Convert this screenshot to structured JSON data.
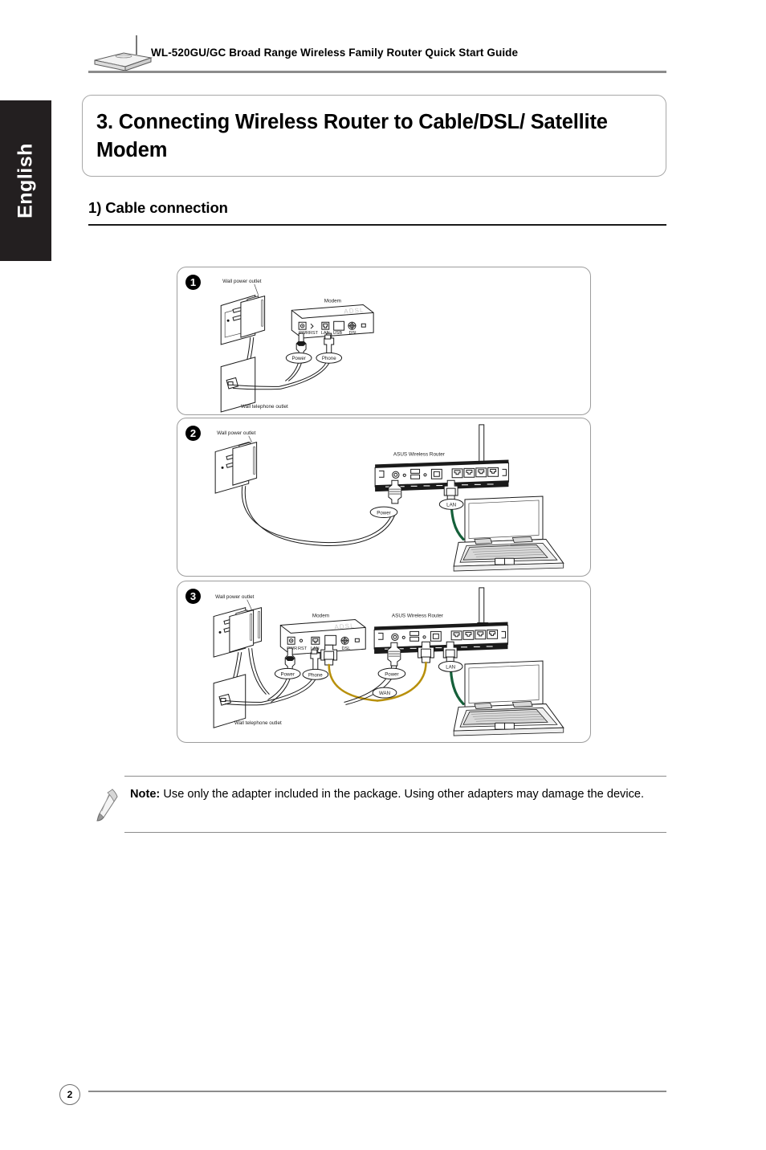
{
  "document": {
    "header_title": "WL-520GU/GC Broad Range Wireless Family Router Quick Start Guide",
    "header_icon": "wireless-router-icon",
    "language_tab": "English",
    "page_number": "2"
  },
  "section": {
    "title": "3. Connecting Wireless Router to Cable/DSL/ Satellite Modem",
    "subsection_title": "1) Cable connection"
  },
  "figures": [
    {
      "number": "1",
      "labels": {
        "wall_power_outlet": "Wall power outlet",
        "modem": "Modem",
        "modem_brand": "ADSL",
        "connector_power": "Power",
        "connector_phone": "Phone",
        "wall_telephone_outlet": "Wall telephone outlet"
      }
    },
    {
      "number": "2",
      "labels": {
        "wall_power_outlet": "Wall power outlet",
        "router": "ASUS Wireless Router",
        "connector_power": "Power",
        "connector_lan": "LAN"
      }
    },
    {
      "number": "3",
      "labels": {
        "wall_power_outlet": "Wall power outlet",
        "modem": "Modem",
        "modem_brand": "ADSL",
        "router": "ASUS Wireless Router",
        "connector_power_modem": "Power",
        "connector_phone": "Phone",
        "connector_power_router": "Power",
        "connector_wan": "WAN",
        "connector_lan": "LAN",
        "wall_telephone_outlet": "Wall telephone outlet"
      }
    }
  ],
  "note": {
    "icon": "pencil-icon",
    "label": "Note:",
    "text": " Use only the adapter included in the package. Using other adapters may damage the device."
  },
  "colors": {
    "lan_cable": "#15603a",
    "wan_cable": "#b8900c",
    "tab_background": "#231f20",
    "rule": "#8c8c8c"
  }
}
